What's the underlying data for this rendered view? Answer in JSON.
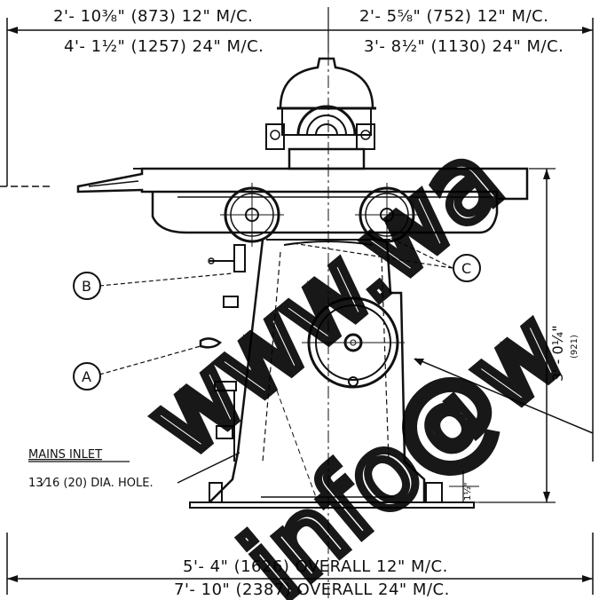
{
  "dimensions": {
    "top_left_12": "2'- 10⅜\" (873) 12\" M/C.",
    "top_left_24": "4'- 1½\" (1257) 24\" M/C.",
    "top_right_12": "2'- 5⅝\" (752) 12\" M/C.",
    "top_right_24": "3'- 8½\" (1130) 24\" M/C.",
    "height": "3' - 0¼\"",
    "height_mm": "(921)",
    "bottom_12": "5'- 4\" (1626) OVERALL  12\" M/C.",
    "bottom_24": "7'- 10\" (2387) OVERALL  24\" M/C.",
    "base_small": "1½\""
  },
  "callouts": {
    "a": "A",
    "b": "B",
    "c": "C"
  },
  "notes": {
    "mains_inlet": "MAINS INLET",
    "hole": "13⁄16 (20) DIA. HOLE."
  },
  "watermark": {
    "text": "www.wa",
    "text2": "info@w"
  }
}
